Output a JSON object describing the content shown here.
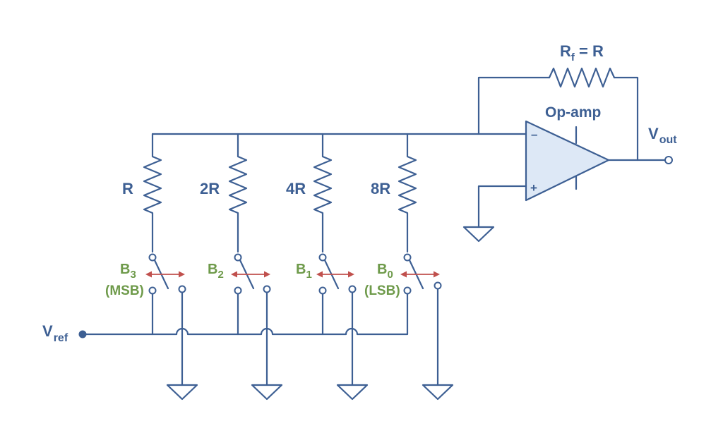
{
  "colors": {
    "wire": "#3d5f93",
    "opamp_fill": "#dde8f6",
    "bit_label": "#6e9a4a",
    "arrow": "#c0504d",
    "background": "#ffffff"
  },
  "feedback": {
    "r": "R",
    "sub": "f",
    "eq": " = R"
  },
  "opamp": {
    "label": "Op-amp",
    "minus": "–",
    "plus": "+"
  },
  "output": {
    "main": "V",
    "sub": "out"
  },
  "reference": {
    "main": "V",
    "sub": "ref"
  },
  "branches": [
    {
      "resistor": "R",
      "bit_main": "B",
      "bit_sub": "3",
      "note": "(MSB)"
    },
    {
      "resistor": "2R",
      "bit_main": "B",
      "bit_sub": "2",
      "note": ""
    },
    {
      "resistor": "4R",
      "bit_main": "B",
      "bit_sub": "1",
      "note": ""
    },
    {
      "resistor": "8R",
      "bit_main": "B",
      "bit_sub": "0",
      "note": "(LSB)"
    }
  ]
}
